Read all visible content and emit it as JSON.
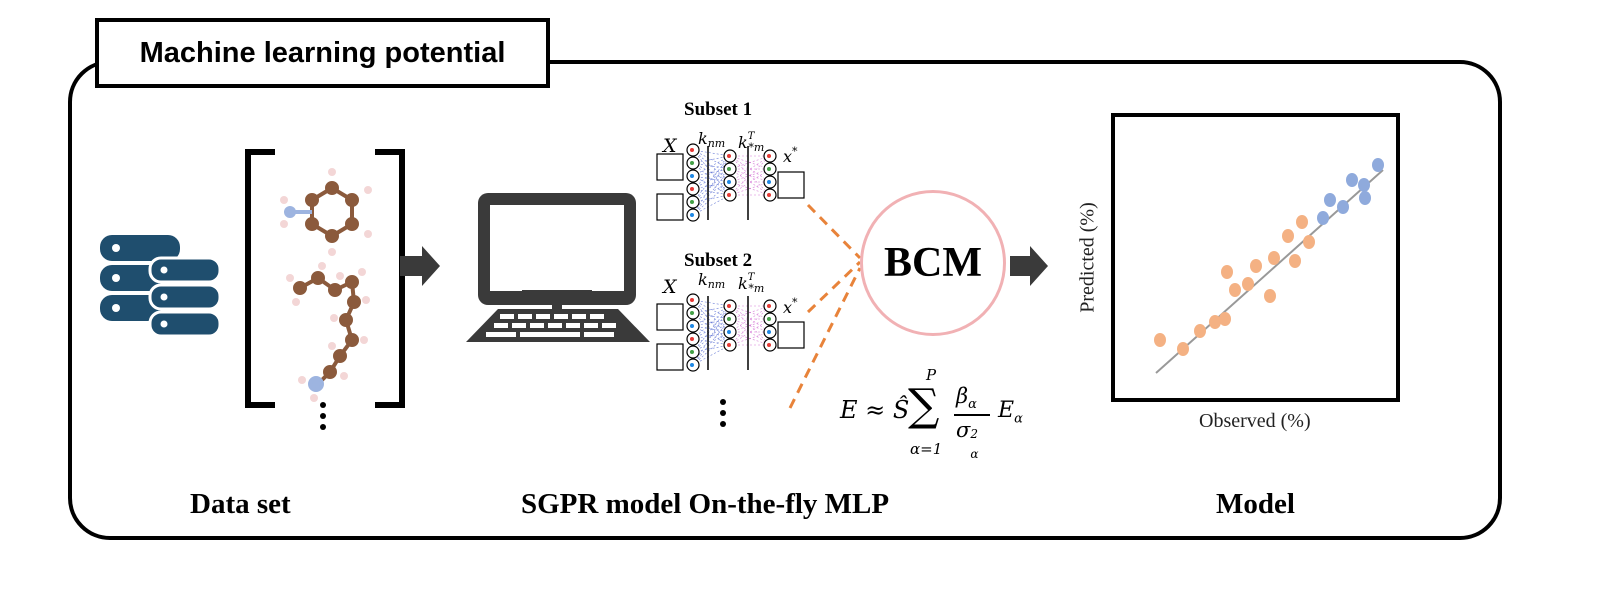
{
  "header": {
    "title": "Machine learning potential"
  },
  "sections": {
    "data_set": "Data set",
    "sgpr": "SGPR model On-the-fly MLP",
    "model": "Model"
  },
  "sgpr_panel": {
    "subset1": "Subset 1",
    "subset2": "Subset 2",
    "x_label": "X",
    "knm_label": "k",
    "knm_sub": "nm",
    "kstar_label": "k",
    "kstar_sub": "*m",
    "kstar_sup": "T",
    "xstar_label": "x",
    "xstar_sup": "*"
  },
  "bcm": {
    "label": "BCM"
  },
  "formula": {
    "lhs": "E ≈ Ŝ",
    "sum": "∑",
    "upper": "P",
    "lower": "α=1",
    "numerator": "β",
    "numerator_sub": "α",
    "denominator": "σ",
    "denominator_sub": "α",
    "denominator_sup": "2",
    "tail": "E",
    "tail_sub": "α"
  },
  "scatter_panel": {
    "xlabel": "Observed (%)",
    "ylabel": "Predicted (%)"
  },
  "colors": {
    "database": "#1f4e6e",
    "arrow": "#3a3a3a",
    "bcm_ring": "#f1b1b4",
    "dashed": "#e8833a",
    "orange_points": "#f4b183",
    "blue_points": "#8faadc",
    "molecule_c": "#8b5a3c",
    "molecule_h": "#f3d6d6",
    "molecule_n": "#9db4e0"
  }
}
